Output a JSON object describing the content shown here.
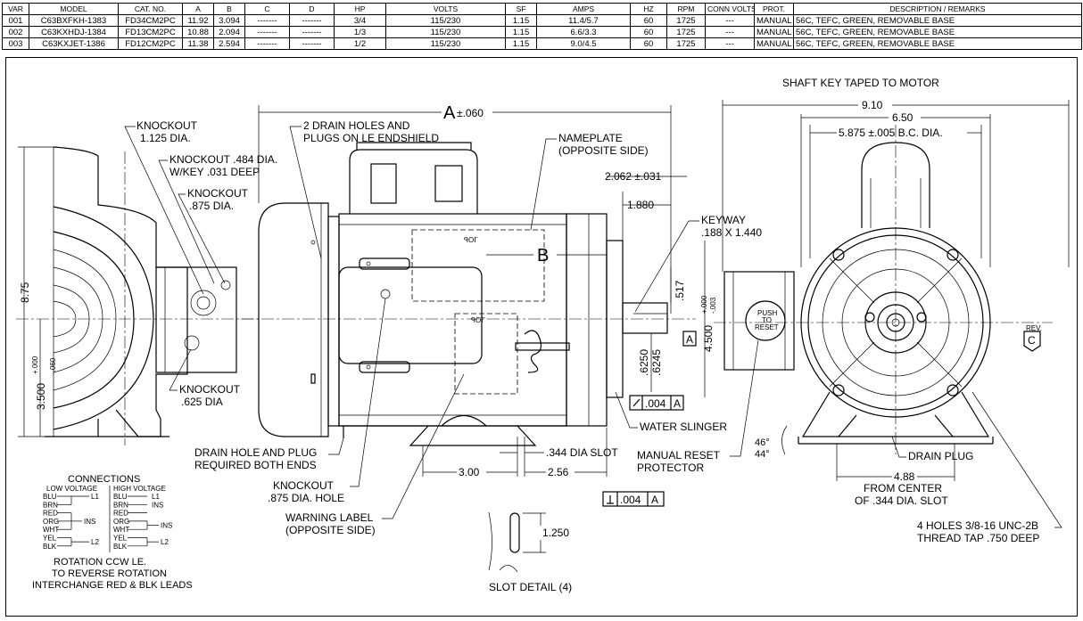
{
  "spec_table": {
    "headers": [
      "VAR",
      "MODEL",
      "CAT. NO.",
      "A",
      "B",
      "C",
      "D",
      "HP",
      "VOLTS",
      "SF",
      "AMPS",
      "HZ",
      "RPM",
      "CONN VOLTS",
      "PROT.",
      "DESCRIPTION / REMARKS"
    ],
    "rows": [
      [
        "001",
        "C63BXFKH-1383",
        "FD34CM2PC",
        "11.92",
        "3.094",
        "-------",
        "-------",
        "3/4",
        "115/230",
        "1.15",
        "11.4/5.7",
        "60",
        "1725",
        "---",
        "MANUAL",
        "56C, TEFC, GREEN, REMOVABLE BASE"
      ],
      [
        "002",
        "C63KXHDJ-1384",
        "FD13CM2PC",
        "10.88",
        "2.094",
        "-------",
        "-------",
        "1/3",
        "115/230",
        "1.15",
        "6.6/3.3",
        "60",
        "1725",
        "---",
        "MANUAL",
        "56C, TEFC, GREEN, REMOVABLE BASE"
      ],
      [
        "003",
        "C63KXJET-1386",
        "FD12CM2PC",
        "11.38",
        "2.594",
        "-------",
        "-------",
        "1/2",
        "115/230",
        "1.15",
        "9.0/4.5",
        "60",
        "1725",
        "---",
        "MANUAL",
        "56C, TEFC, GREEN, REMOVABLE BASE"
      ]
    ]
  },
  "labels": {
    "shaft_key": "SHAFT KEY TAPED TO MOTOR",
    "knockout_1125_a": "KNOCKOUT",
    "knockout_1125_b": "1.125 DIA.",
    "knockout_484_a": "KNOCKOUT .484 DIA.",
    "knockout_484_b": "W/KEY .031 DEEP",
    "knockout_875_a": "KNOCKOUT",
    "knockout_875_b": ".875 DIA.",
    "knockout_625_a": "KNOCKOUT",
    "knockout_625_b": ".625 DIA",
    "drain_holes_a": "2 DRAIN HOLES AND",
    "drain_holes_b": "PLUGS ON LE ENDSHIELD",
    "nameplate_a": "NAMEPLATE",
    "nameplate_b": "(OPPOSITE SIDE)",
    "keyway_a": "KEYWAY",
    "keyway_b": ".188 X 1.440",
    "water_slinger": "WATER SLINGER",
    "manual_reset_a": "MANUAL RESET",
    "manual_reset_b": "PROTECTOR",
    "drain_plug": "DRAIN PLUG",
    "from_center_a": "FROM CENTER",
    "from_center_b": "OF .344 DIA. SLOT",
    "holes_a": "4 HOLES 3/8-16 UNC-2B",
    "holes_b": "THREAD TAP .750 DEEP",
    "drain_hole_plug_a": "DRAIN HOLE AND PLUG",
    "drain_hole_plug_b": "REQUIRED BOTH ENDS",
    "knockout_hole_a": "KNOCKOUT",
    "knockout_hole_b": ".875 DIA. HOLE",
    "warning_a": "WARNING LABEL",
    "warning_b": "(OPPOSITE SIDE)",
    "dia_slot": ".344  DIA SLOT",
    "slot_detail": "SLOT DETAIL (4)",
    "push_reset_a": "PUSH",
    "push_reset_b": "TO",
    "push_reset_c": "RESET",
    "rev": "REV.",
    "rev_letter": "C"
  },
  "dimensions": {
    "A": "A",
    "A_tol": "±.060",
    "B": "B",
    "d_2062": "2.062 ±.031",
    "d_1880": "1.880",
    "d_517": ".517",
    "d_6250": ".6250",
    "d_6245": ".6245",
    "d_4500": "4.500",
    "d_4500_tol_a": "+.000",
    "d_4500_tol_b": "-.003",
    "d_875": "8.75",
    "d_3500": "3.500",
    "d_3500_tol_a": "+.000",
    "d_3500_tol_b": "-.060",
    "d_910": "9.10",
    "d_650": "6.50",
    "d_5875": "5.875 ±.005  B.C. DIA.",
    "d_488": "4.88",
    "d_300": "3.00",
    "d_256": "2.56",
    "d_1250": "1.250",
    "ang_46": "46°",
    "ang_44": "44°",
    "tol_004_a": ".004",
    "tol_004_ref": "A",
    "perp_004": ".004",
    "perp_ref": "A",
    "datum_A": "A"
  },
  "connections": {
    "title": "CONNECTIONS",
    "low_title": "LOW VOLTAGE",
    "high_title": "HIGH VOLTAGE",
    "low": [
      "BLU",
      "BRN",
      "RED",
      "ORG",
      "WHT",
      "YEL",
      "BLK"
    ],
    "high": [
      "BLU",
      "BRN",
      "RED",
      "ORG",
      "WHT",
      "YEL",
      "BLK"
    ],
    "l1": "L1",
    "l2": "L2",
    "ins": "INS",
    "rotation_a": "ROTATION CCW LE.",
    "rotation_b": "TO REVERSE ROTATION",
    "rotation_c": "INTERCHANGE RED & BLK LEADS"
  }
}
